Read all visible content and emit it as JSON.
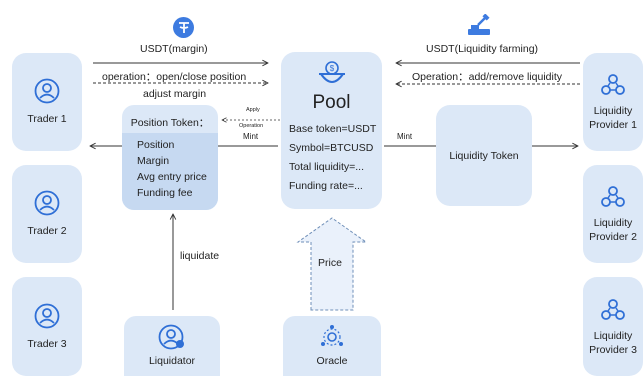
{
  "traders": [
    {
      "label": "Trader 1"
    },
    {
      "label": "Trader 2"
    },
    {
      "label": "Trader 3"
    }
  ],
  "providers": [
    {
      "label_lines": [
        "Liquidity",
        "Provider 1"
      ]
    },
    {
      "label_lines": [
        "Liquidity",
        "Provider 2"
      ]
    },
    {
      "label_lines": [
        "Liquidity",
        "Provider 3"
      ]
    }
  ],
  "top_left": {
    "usdt_margin": "USDT(margin)",
    "operation": "operation：open/close position",
    "adjust": "adjust margin"
  },
  "top_right": {
    "usdt_liquidity": "USDT(Liquidity farming)",
    "operation": "Operation：add/remove liquidity"
  },
  "pool": {
    "title": "Pool",
    "lines": [
      "Base token=USDT",
      "Symbol=BTCUSD",
      "Total liquidity=...",
      "Funding rate=..."
    ]
  },
  "position_token": {
    "title": "Position Token：",
    "items": [
      "Position",
      "Margin",
      "Avg entry price",
      "Funding fee"
    ]
  },
  "liquidity_token": {
    "label": "Liquidity Token"
  },
  "apply_operation": {
    "line1": "Apply",
    "line2": "Operation"
  },
  "mint_left": "Mint",
  "mint_right": "Mint",
  "liquidate": "liquidate",
  "price": "Price",
  "liquidator": {
    "label": "Liquidator"
  },
  "oracle": {
    "label": "Oracle"
  },
  "colors": {
    "card": "#dce8f7",
    "card_dark": "#c6d9f1",
    "icon": "#2f6fd6",
    "line": "#333333"
  }
}
